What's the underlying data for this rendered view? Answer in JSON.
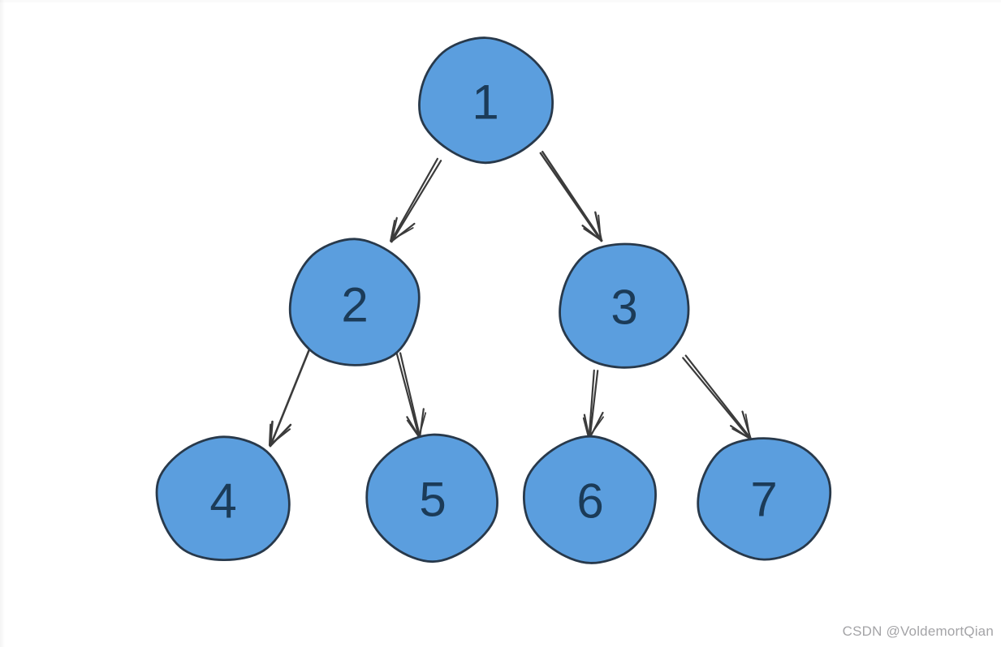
{
  "diagram": {
    "type": "binary-tree",
    "description": "Complete binary tree with 7 numbered nodes drawn in a hand-sketched style",
    "nodes": [
      {
        "id": "1",
        "label": "1"
      },
      {
        "id": "2",
        "label": "2"
      },
      {
        "id": "3",
        "label": "3"
      },
      {
        "id": "4",
        "label": "4"
      },
      {
        "id": "5",
        "label": "5"
      },
      {
        "id": "6",
        "label": "6"
      },
      {
        "id": "7",
        "label": "7"
      }
    ],
    "edges": [
      {
        "from": "1",
        "to": "2"
      },
      {
        "from": "1",
        "to": "3"
      },
      {
        "from": "2",
        "to": "4"
      },
      {
        "from": "2",
        "to": "5"
      },
      {
        "from": "3",
        "to": "6"
      },
      {
        "from": "3",
        "to": "7"
      }
    ],
    "colors": {
      "node_fill": "#5B9EDE",
      "node_stroke": "#28394B",
      "label": "#1B3B58",
      "arrow": "#3B3B3B",
      "background": "#FFFFFF"
    }
  },
  "watermark": {
    "text": "CSDN @VoldemortQian",
    "color": "#A4A4A7"
  }
}
